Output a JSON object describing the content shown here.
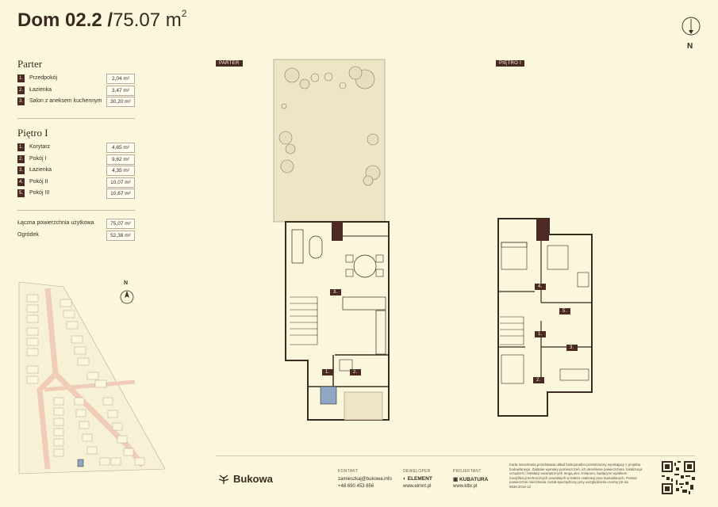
{
  "title": {
    "name": "Dom 02.2",
    "separator": "/",
    "area": "75.07",
    "unit": "m",
    "unit_sup": "2"
  },
  "compass_label": "N",
  "map_compass_label": "N",
  "parter": {
    "heading": "Parter",
    "rooms": [
      {
        "num": "1.",
        "name": "Przedpokój",
        "area": "2,04 m²"
      },
      {
        "num": "2.",
        "name": "Łazienka",
        "area": "3,47 m²"
      },
      {
        "num": "3.",
        "name": "Salon z aneksem kuchennym",
        "area": "30,20 m²"
      }
    ]
  },
  "pietro": {
    "heading": "Piętro I",
    "rooms": [
      {
        "num": "1.",
        "name": "Korytarz",
        "area": "4,65 m²"
      },
      {
        "num": "2.",
        "name": "Pokój I",
        "area": "9,62 m²"
      },
      {
        "num": "3.",
        "name": "Łazienka",
        "area": "4,35 m²"
      },
      {
        "num": "4.",
        "name": "Pokój II",
        "area": "10,07 m²"
      },
      {
        "num": "5.",
        "name": "Pokój III",
        "area": "10,67 m²"
      }
    ]
  },
  "summary": [
    {
      "name": "Łączna powierzchnia użytkowa",
      "area": "75,07 m²"
    },
    {
      "name": "Ogródek",
      "area": "52,38 m²"
    }
  ],
  "plan_labels": {
    "parter_tag": "PARTER",
    "pietro_tag": "PIĘTRO I",
    "parter_rooms": [
      "1.",
      "2.",
      "3."
    ],
    "pietro_rooms": [
      "1.",
      "2.",
      "3.",
      "4.",
      "5."
    ]
  },
  "footer": {
    "brand": "Bukowa",
    "kontakt_head": "KONTAKT",
    "kontakt_email": "zamieszkaj@bukowa.info",
    "kontakt_phone": "+48 690 453 656",
    "deweloper_head": "DEWELOPER",
    "deweloper_name": "ELEMENT",
    "deweloper_url": "www.elmnt.pl",
    "projektant_head": "PROJEKTANT",
    "projektant_name": "KUBATURA",
    "projektant_url": "www.ktbr.pl",
    "disclaimer": "Karta mieszkania przedstawia układ funkcjonalno-przestrzenny wynikający z projektu budowlanego. Zadanie wymiary pomieszczeń, ich określenie powierzchnia, lokalizacja urządzeń i instalacji wewnętrznych mogą ulec zmianom, będącymi wynikiem modyfikacji technicznych powstałych w trakcie realizacji prac budowlanych. Pomiar powierzchni mieszkania został sporządzony przy uwzględnieniu normy pn-iso 9836:2015-12"
  },
  "colors": {
    "background": "#fbf7dc",
    "dark": "#4a2a22",
    "wall": "#3a2a22",
    "garden": "#ece5c6",
    "site_highlight": "#f2d6c4"
  }
}
